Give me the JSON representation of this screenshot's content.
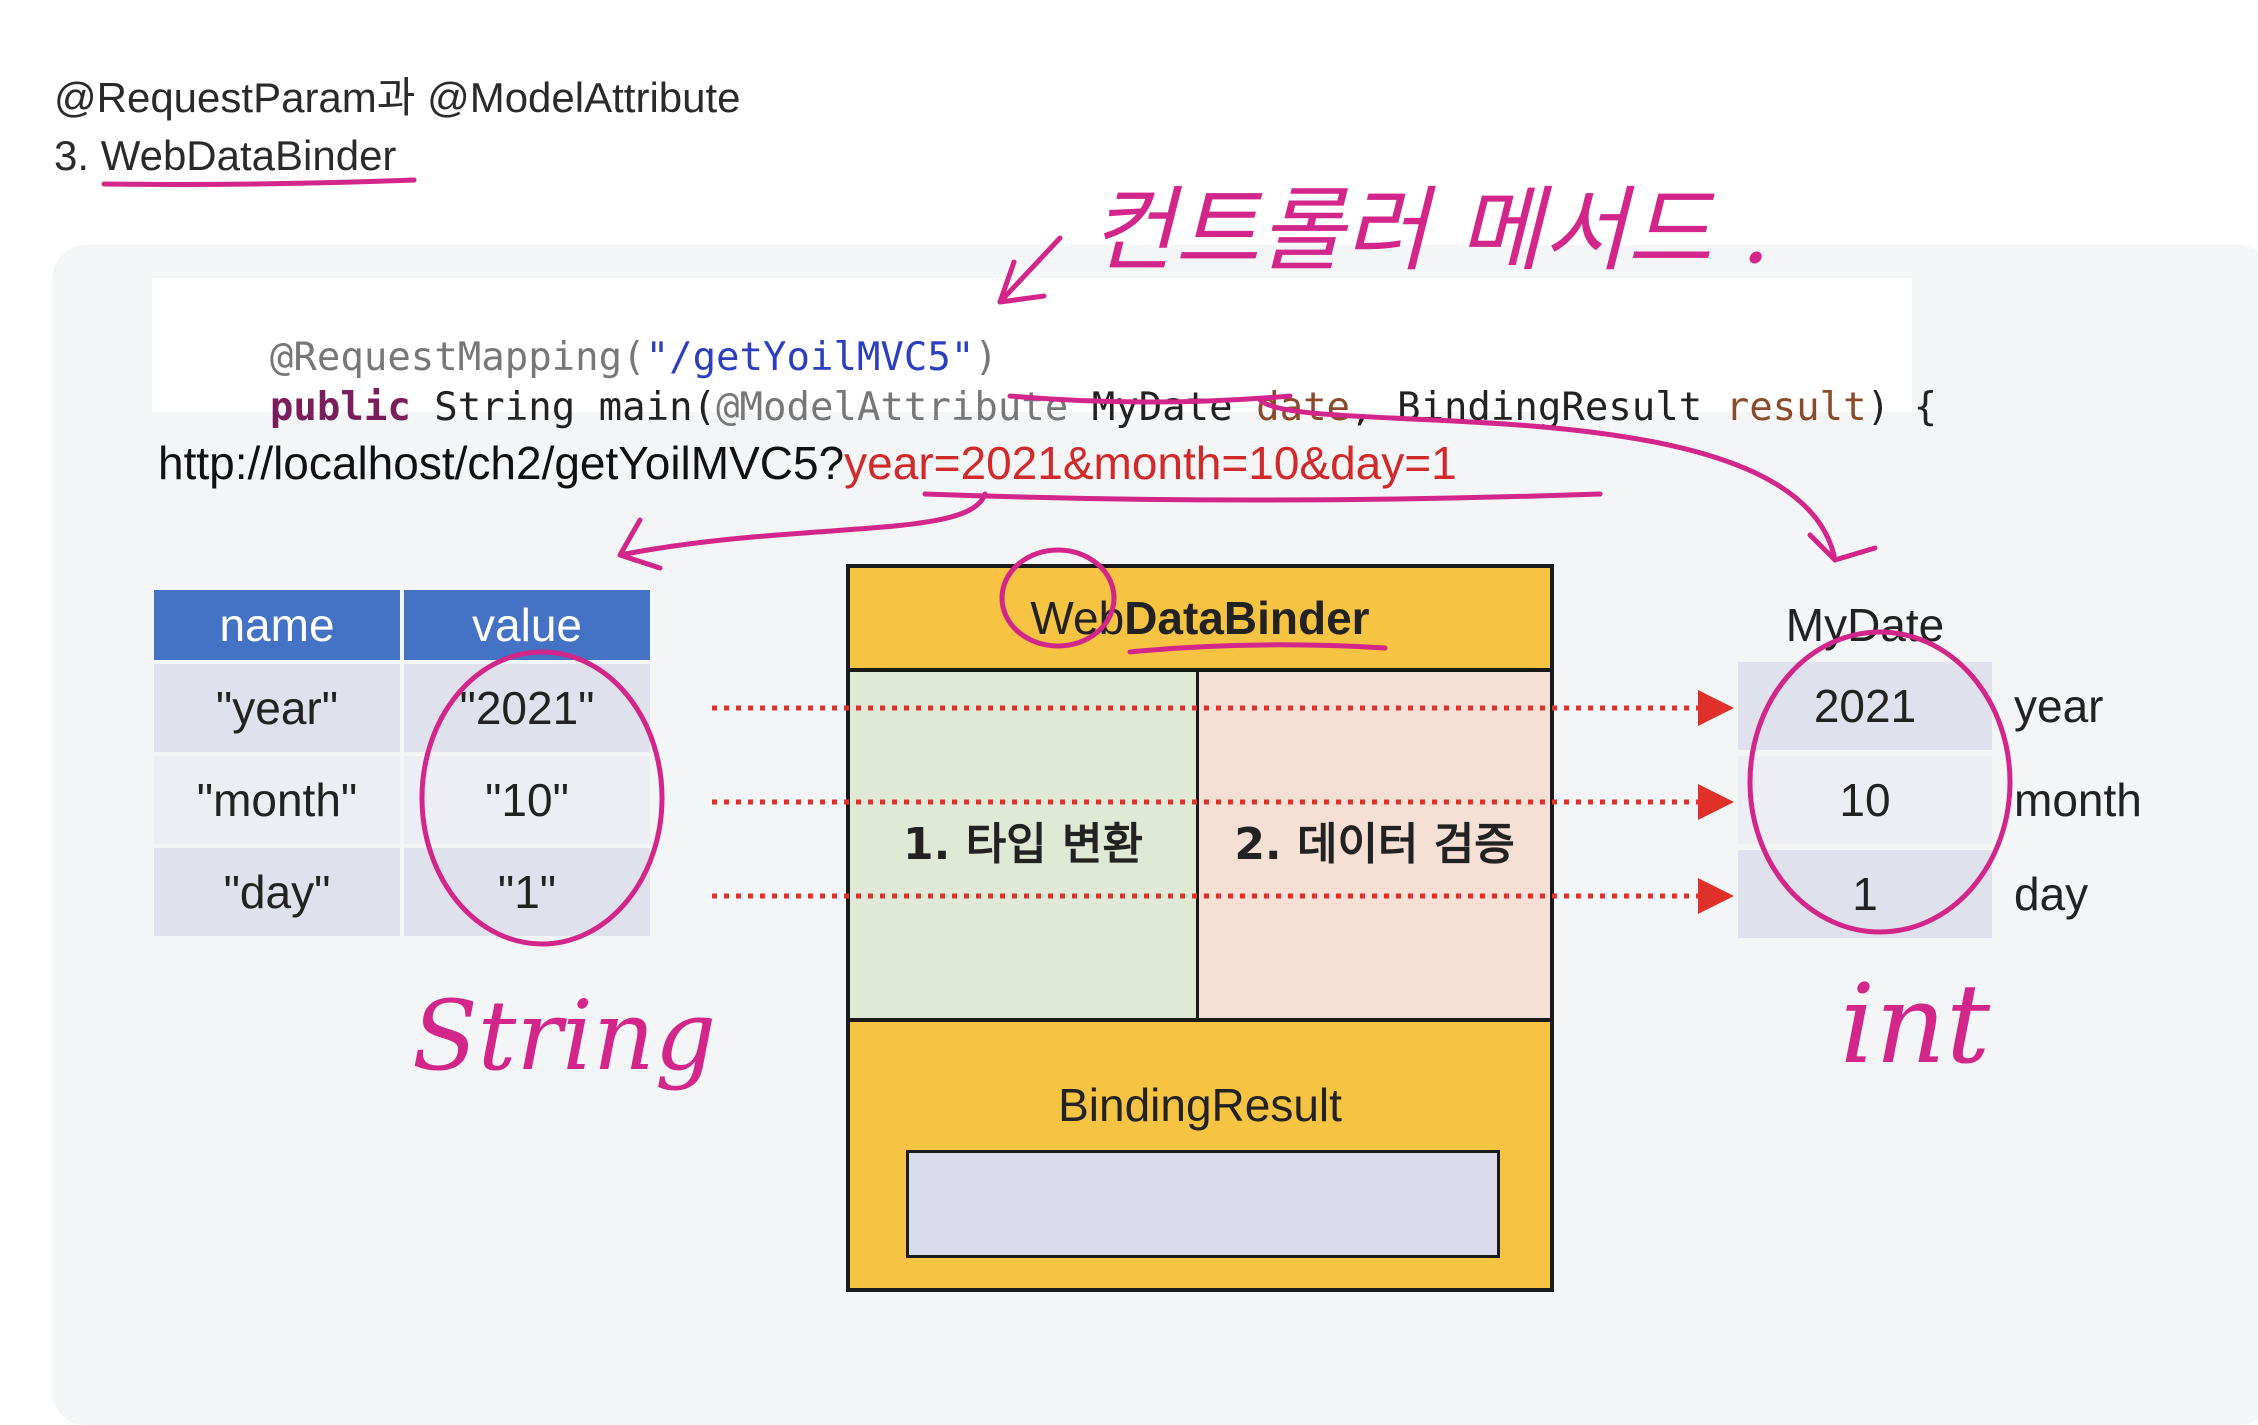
{
  "heading": {
    "line1": "@RequestParam과 @ModelAttribute",
    "line2": "3. WebDataBinder"
  },
  "code": {
    "line1_anno": "@RequestMapping(",
    "line1_str": "\"/getYoilMVC5\"",
    "line1_end": ")",
    "line2_kw": "public",
    "line2_a": " String main(",
    "line2_anno": "@ModelAttribute",
    "line2_b": " MyDate ",
    "line2_p1": "date",
    "line2_c": ", BindingResult ",
    "line2_p2": "result",
    "line2_d": ") {"
  },
  "url": {
    "base": "http://localhost/ch2/getYoilMVC5?",
    "query": "year=2021&month=10&day=1"
  },
  "params_table": {
    "headers": [
      "name",
      "value"
    ],
    "rows": [
      [
        "\"year\"",
        "\"2021\""
      ],
      [
        "\"month\"",
        "\"10\""
      ],
      [
        "\"day\"",
        "\"1\""
      ]
    ]
  },
  "binder": {
    "title_prefix": "Web",
    "title_bold": "DataBinder",
    "step1": "1. 타입 변환",
    "step2": "2. 데이터 검증",
    "binding_result": "BindingResult"
  },
  "mydate": {
    "title": "MyDate",
    "values": [
      "2021",
      "10",
      "1"
    ],
    "fields": [
      "year",
      "month",
      "day"
    ]
  },
  "handwriting": {
    "top_note": "컨트롤러 메서드 .",
    "left_note": "String",
    "right_note": "int"
  },
  "colors": {
    "annotation_pink": "#d2268a",
    "arrow_red": "#e0302a",
    "header_blue": "#4472c4",
    "binder_yellow": "#f6c342"
  }
}
